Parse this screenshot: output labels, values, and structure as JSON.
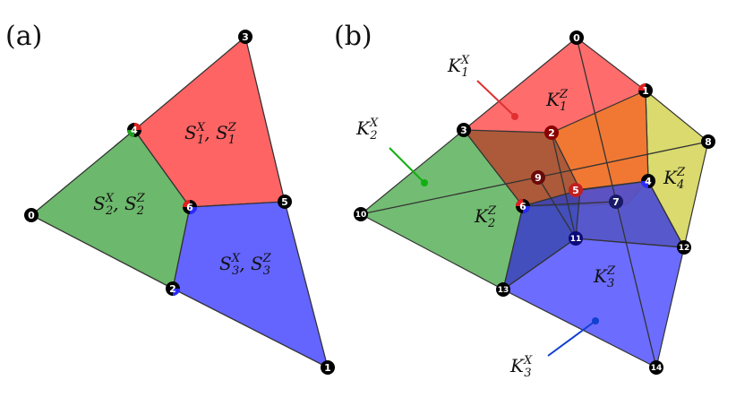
{
  "panels": {
    "a": {
      "label": "(a)",
      "vertex_labels": [
        "0",
        "1",
        "2",
        "3",
        "4",
        "5",
        "6"
      ],
      "regions": [
        {
          "id": "S1",
          "base1": "S",
          "sub1": "1",
          "sup1": "X",
          "sep": ", ",
          "base2": "S",
          "sub2": "1",
          "sup2": "Z",
          "color": "#ff6464"
        },
        {
          "id": "S2",
          "base1": "S",
          "sub1": "2",
          "sup1": "X",
          "sep": ", ",
          "base2": "S",
          "sub2": "2",
          "sup2": "Z",
          "color": "#6cb86c"
        },
        {
          "id": "S3",
          "base1": "S",
          "sub1": "3",
          "sup1": "X",
          "sep": ", ",
          "base2": "S",
          "sub2": "3",
          "sup2": "Z",
          "color": "#6464ff"
        }
      ]
    },
    "b": {
      "label": "(b)",
      "vertex_labels": [
        "0",
        "1",
        "2",
        "3",
        "4",
        "5",
        "6",
        "7",
        "8",
        "9",
        "10",
        "11",
        "12",
        "13",
        "14"
      ],
      "labels": {
        "K1X": {
          "base": "K",
          "sub": "1",
          "sup": "X"
        },
        "K2X": {
          "base": "K",
          "sub": "2",
          "sup": "X"
        },
        "K3X": {
          "base": "K",
          "sub": "3",
          "sup": "X"
        },
        "K1Z": {
          "base": "K",
          "sub": "1",
          "sup": "Z"
        },
        "K2Z": {
          "base": "K",
          "sub": "2",
          "sup": "Z"
        },
        "K3Z": {
          "base": "K",
          "sub": "3",
          "sup": "Z"
        },
        "K4Z": {
          "base": "K",
          "sub": "4",
          "sup": "Z"
        }
      }
    }
  },
  "colors": {
    "red": "#ff6464",
    "green": "#6cb86c",
    "blue": "#6464ff",
    "yellow": "#d8d866",
    "orange": "#ee7a2e",
    "brown": "#a85a38",
    "purple": "#8a2a8a",
    "pointer_red": "#e03030",
    "pointer_green": "#10b010",
    "pointer_blue": "#1040d0",
    "vertex": "#000000"
  }
}
